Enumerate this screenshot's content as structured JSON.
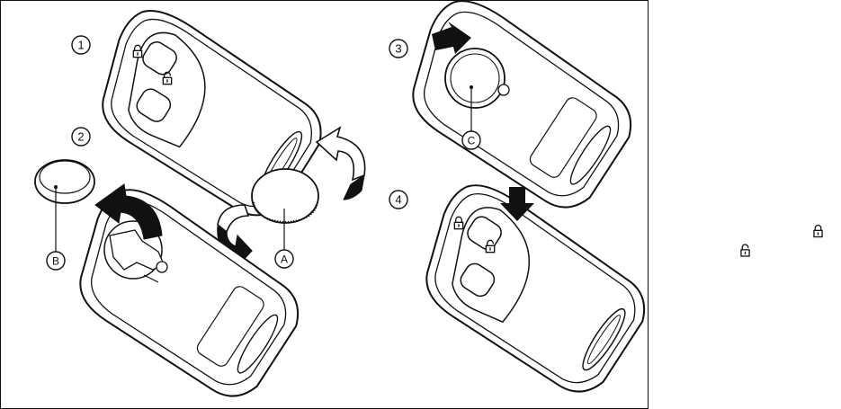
{
  "steps": [
    {
      "number": "1"
    },
    {
      "number": "2"
    },
    {
      "number": "3"
    },
    {
      "number": "4"
    }
  ],
  "callouts": [
    {
      "letter": "A"
    },
    {
      "letter": "B"
    },
    {
      "letter": "C"
    }
  ],
  "side_icons": [
    {
      "name": "lock-icon"
    },
    {
      "name": "unlock-icon"
    }
  ],
  "colors": {
    "line": "#111111",
    "fill": "#ffffff",
    "shade": "#e6e6e6",
    "arrow": "#000000"
  }
}
